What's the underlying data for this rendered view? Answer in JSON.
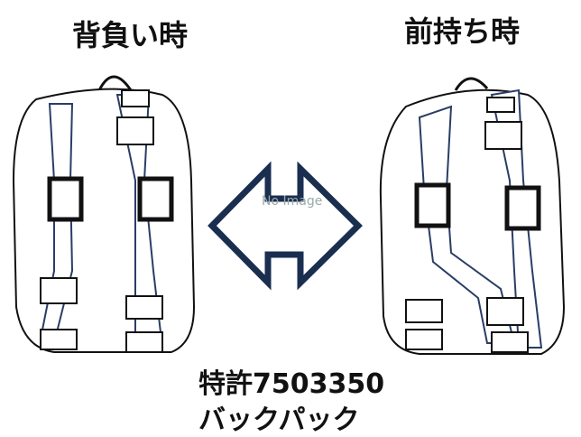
{
  "labels": {
    "back_carry": "背負い時",
    "front_carry": "前持ち時",
    "patent": "特許7503350",
    "product": "バックパック",
    "placeholder": "No Image"
  },
  "colors": {
    "arrow": "#1a2e50",
    "outline": "#111111",
    "strap_edge": "#2a3d66"
  }
}
